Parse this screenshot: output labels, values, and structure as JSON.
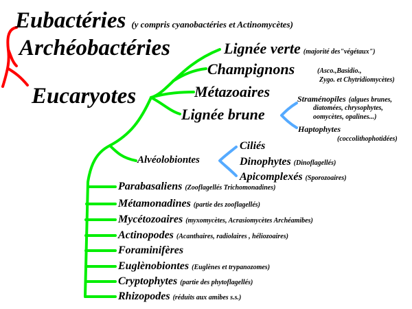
{
  "colors": {
    "root_branch": "#ff0000",
    "eukaryote_branch": "#00ee00",
    "sub_branch": "#55aaff",
    "text": "#000000"
  },
  "eubacteries": {
    "name": "Eubactéries",
    "note": "(y compris cyanobactéries et Actinomycètes)"
  },
  "archeobacteries": {
    "name": "Archéobactéries"
  },
  "eucaryotes": {
    "name": "Eucaryotes"
  },
  "lignee_verte": {
    "name": "Lignée verte",
    "note": "(majorité des\"végétaux\")"
  },
  "champignons": {
    "name": "Champignons",
    "note1": "(Asco.,Basidio.,",
    "note2": "Zygo. et Chytridiomycètes)"
  },
  "metazoaires": {
    "name": "Métazoaires"
  },
  "lignee_brune": {
    "name": "Lignée brune"
  },
  "stramenopiles": {
    "name": "Straménopiles",
    "note1": "(algues brunes,",
    "note2": "diatomées, chrysophytes,",
    "note3": "oomycètes, opalines...)"
  },
  "haptophytes": {
    "name": "Haptophytes",
    "note": "(coccolithophotidées)"
  },
  "alveolobiontes": {
    "name": "Alvéolobiontes"
  },
  "cilies": {
    "name": "Ciliés"
  },
  "dinophytes": {
    "name": "Dinophytes",
    "note": "(Dinoflagellés)"
  },
  "apicomplexes": {
    "name": "Apicomplexés",
    "note": "(Sporozoaires)"
  },
  "parabasaliens": {
    "name": "Parabasaliens",
    "note": "(Zooflagellés Trichomonadines)"
  },
  "metamonadines": {
    "name": "Métamonadines",
    "note": "(partie des zooflagellés)"
  },
  "mycetozoaires": {
    "name": "Mycétozoaires",
    "note": "(myxomycètes, Acrasiomycètes Archéamibes)"
  },
  "actinopodes": {
    "name": "Actinopodes",
    "note": "(Acanthaires, radiolaires , héliozoaires)"
  },
  "foraminiferes": {
    "name": "Foraminifères"
  },
  "euglenobiontes": {
    "name": "Euglènobiontes",
    "note": "(Euglènes et trypanozomes)"
  },
  "cryptophytes": {
    "name": "Cryptophytes",
    "note": "(partie des phytoflagellés)"
  },
  "rhizopodes": {
    "name": "Rhizopodes",
    "note": "(réduits aux amibes s.s.)"
  }
}
